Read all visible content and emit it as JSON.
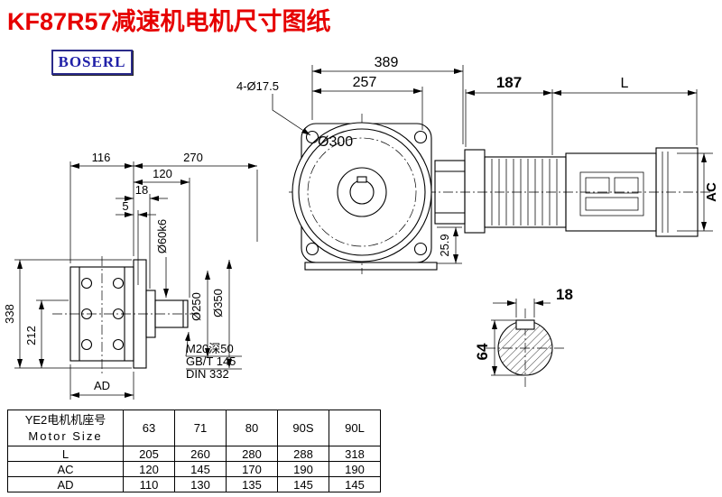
{
  "page": {
    "title": "KF87R57减速机电机尺寸图纸",
    "logo": "BOSERL"
  },
  "dims": {
    "overall_389": "389",
    "flange_257": "257",
    "motor_187": "187",
    "motor_L": "L",
    "holes": "4-Ø17.5",
    "flange_d300": "Ø300",
    "left_116": "116",
    "left_270": "270",
    "shaft_120": "120",
    "shaft_18": "18",
    "shaft_5": "5",
    "shaft_d60": "Ø60k6",
    "flange_d250": "Ø250",
    "flange_d350": "Ø350",
    "height_338": "338",
    "height_212": "212",
    "left_AD": "AD",
    "tap_m20": "M20深50",
    "tap_gbt": "GB/T 145",
    "tap_din": "DIN 332",
    "offset_25_9": "25.9",
    "motor_AC": "AC",
    "key_18": "18",
    "shaft_64": "64"
  },
  "table": {
    "header_cn": "YE2电机机座号",
    "header_en": "Motor Size",
    "sizes": [
      "63",
      "71",
      "80",
      "90S",
      "90L"
    ],
    "rows": [
      {
        "label": "L",
        "values": [
          "205",
          "260",
          "280",
          "288",
          "318"
        ]
      },
      {
        "label": "AC",
        "values": [
          "120",
          "145",
          "170",
          "190",
          "190"
        ]
      },
      {
        "label": "AD",
        "values": [
          "110",
          "130",
          "135",
          "145",
          "145"
        ]
      }
    ]
  }
}
